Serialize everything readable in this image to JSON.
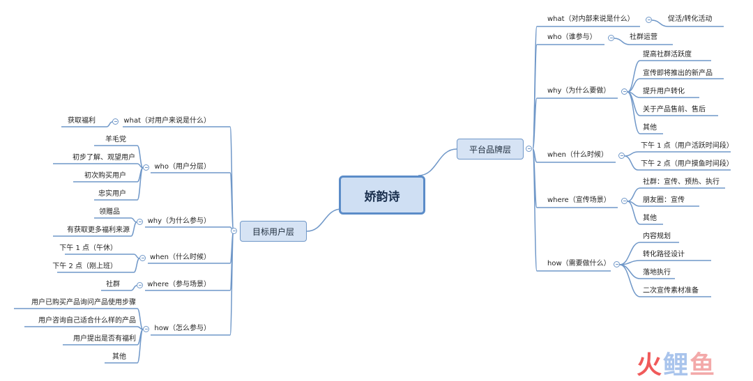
{
  "root": "娇韵诗",
  "branches": {
    "right": {
      "label": "平台品牌层",
      "children": [
        {
          "label": "what（对内部来说是什么）",
          "items": [
            "促活/转化活动"
          ]
        },
        {
          "label": "who（谁参与）",
          "items": [
            "社群运营"
          ]
        },
        {
          "label": "why（为什么要做）",
          "items": [
            "提高社群活跃度",
            "宣传即将推出的新产品",
            "提升用户转化",
            "关于产品售前、售后",
            "其他"
          ]
        },
        {
          "label": "when（什么时候）",
          "items": [
            "下午 1 点（用户活跃时间段）",
            "下午 2 点（用户摸鱼时间段）"
          ]
        },
        {
          "label": "where（宣传场景）",
          "items": [
            "社群：宣传、预热、执行",
            "朋友圈：宣传",
            "其他"
          ]
        },
        {
          "label": "how（需要做什么）",
          "items": [
            "内容规划",
            "转化路径设计",
            "落地执行",
            "二次宣传素材准备"
          ]
        }
      ]
    },
    "left": {
      "label": "目标用户层",
      "children": [
        {
          "label": "what（对用户来说是什么）",
          "items": [
            "获取福利"
          ]
        },
        {
          "label": "who（用户分层）",
          "items": [
            "羊毛党",
            "初步了解、观望用户",
            "初次购买用户",
            "忠实用户"
          ]
        },
        {
          "label": "why（为什么参与）",
          "items": [
            "领赠品",
            "有获取更多福利来源"
          ]
        },
        {
          "label": "when（什么时候）",
          "items": [
            "下午 1 点（午休）",
            "下午 2 点（刚上班）"
          ]
        },
        {
          "label": "where（参与场景）",
          "items": [
            "社群"
          ]
        },
        {
          "label": "how（怎么参与）",
          "items": [
            "用户已购买产品询问产品使用步骤",
            "用户咨询自己适合什么样的产品",
            "用户提出是否有福利",
            "其他"
          ]
        }
      ]
    }
  },
  "watermark": {
    "chars": [
      "火",
      "鲤",
      "鱼"
    ]
  },
  "colors": {
    "line": "#6f97c8",
    "node_fill": "#d6e3f4",
    "root_fill": "#cfdff3",
    "root_border": "#5b8cc8"
  }
}
